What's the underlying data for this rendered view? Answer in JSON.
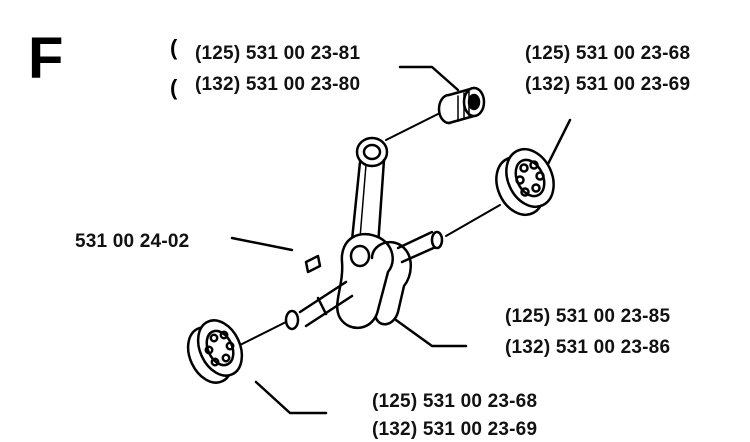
{
  "section_letter": "F",
  "callouts": {
    "needle_bearing": {
      "line1": "(125) 531 00 23-81",
      "line2": "(132) 531 00 23-80"
    },
    "bearing_right": {
      "line1": "(125) 531 00 23-68",
      "line2": "(132) 531 00 23-69"
    },
    "key": {
      "line1": "531 00 24-02"
    },
    "crankshaft": {
      "line1": "(125) 531 00 23-85",
      "line2": "(132) 531 00 23-86"
    },
    "bearing_left": {
      "line1": "(125) 531 00 23-68",
      "line2": "(132) 531 00 23-69"
    }
  }
}
